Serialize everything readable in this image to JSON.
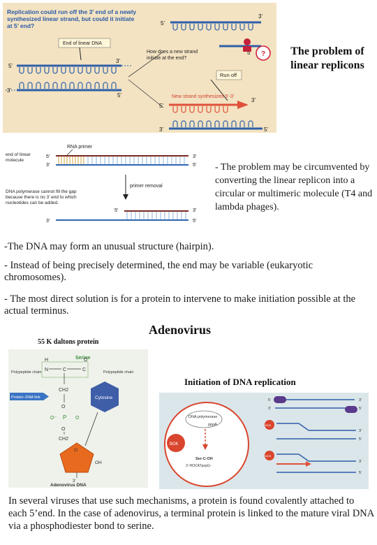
{
  "slide": {
    "title": "The problem of linear replicons",
    "problem_text": "- The problem may be circumvented by converting the linear replicon into a circular or multimeric molecule (T4 and lambda phages).",
    "bullet_hairpin": "-The DNA may form an unusual structure (hairpin).",
    "bullet_variable": "- Instead of being precisely determined, the end may be variable (eukaryotic chromosomes).",
    "bullet_protein": "- The most direct solution is for a protein to intervene to make initiation possible at the actual terminus.",
    "adenovirus_heading": "Adenovirus",
    "protein_size": "55 K daltons protein",
    "initiation_caption": "Initiation of DNA replication",
    "bottom_text": "In several viruses that use such mechanisms, a protein is found covalently attached to each 5’end. In the case of adenovirus, a terminal protein is linked to the mature viral DNA via a phosphodiester bond to serine."
  },
  "fig1": {
    "heading": "Replication could run off the 3’ end of a newly synthesized linear strand, but could it initiate at 5’ end?",
    "end_label": "End of linear DNA",
    "question": "How does a new strand initiate at the end?",
    "question_mark": "?",
    "run_off": "Run off",
    "new_strand": "New strand synthesized 5’-3’",
    "five_prime": "5’",
    "three_prime": "3’"
  },
  "fig2": {
    "rna_primer": "RNA primer",
    "end_label": "end of linear molecule",
    "primer_removal": "primer removal",
    "gap_note": "DNA polymerase cannot fill the gap because there is no 3’ end to which nucleotides can be added.",
    "five_prime": "5’",
    "three_prime": "3’"
  },
  "fig3": {
    "serine": "Serine",
    "polypeptide_left": "Polypeptide chain",
    "polypeptide_right": "Polypeptide chain",
    "link": "Protein–DNA link",
    "cytosine": "Cytosine",
    "adeno_dna": "Adenovirus DNA",
    "h": "H",
    "n": "N",
    "c": "C",
    "o": "O",
    "ch": "CH",
    "ch2": "CH2",
    "o_minus": "O⁻",
    "p": "P",
    "oh": "OH",
    "dna_end": "3’"
  },
  "fig4": {
    "dna_polymerase": "DNA polymerase",
    "pppa": "pppA",
    "bok": "BOK",
    "ser": "Ser-C-OH",
    "seq": "3’-HOCATpnpG-",
    "five_prime": "5’",
    "three_prime": "3’"
  },
  "colors": {
    "fig1_bg": "#f3e3c2",
    "strand_blue": "#2f5faa",
    "strand_red": "#e0503a",
    "question_red": "#d2213a",
    "bok_red": "#d9452d",
    "link_blue": "#3a74c4",
    "sugar_orange": "#e86a1e",
    "fig4_bg": "#dbe6ea"
  }
}
